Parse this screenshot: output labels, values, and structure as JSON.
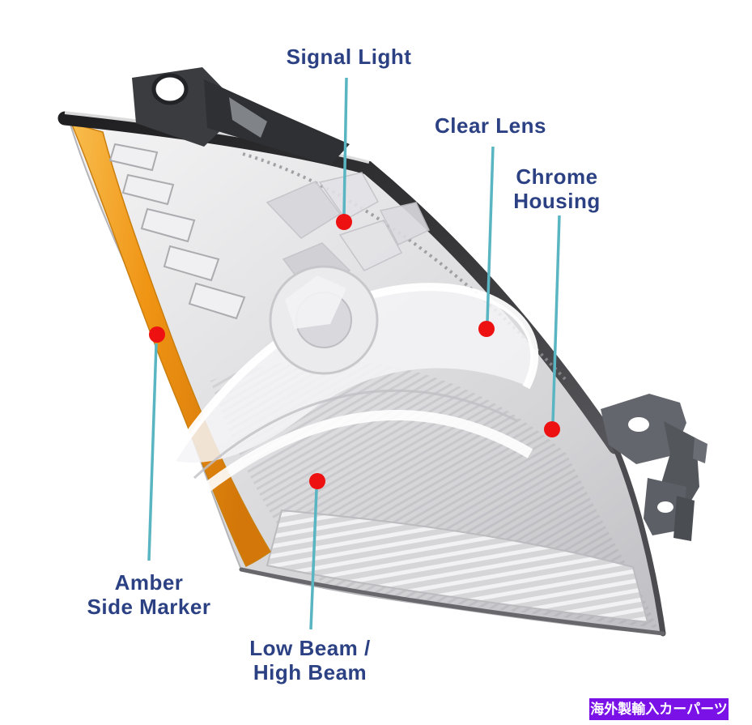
{
  "image": {
    "type": "annotated product photo",
    "subject": "Automotive headlight assembly (passenger side) shown tilted on white background",
    "background": "#ffffff"
  },
  "colors": {
    "label": "#2c4183",
    "line": "#5ab5c2",
    "dot": "#ee1111",
    "banner_bg": "#7a12e8",
    "banner_fg": "#ffffff",
    "amber": "#f09414",
    "chrome": "#d9d9db",
    "rim": "#2d2d2f",
    "bracket": "#60646a"
  },
  "annotations": {
    "items": [
      {
        "id": "signal-light",
        "lines": [
          "Signal Light"
        ]
      },
      {
        "id": "clear-lens",
        "lines": [
          "Clear Lens"
        ]
      },
      {
        "id": "chrome-housing",
        "lines": [
          "Chrome",
          "Housing"
        ]
      },
      {
        "id": "amber-side-marker",
        "lines": [
          "Amber",
          "Side Marker"
        ]
      },
      {
        "id": "low-beam-high-beam",
        "lines": [
          "Low Beam /",
          "High Beam"
        ]
      }
    ]
  },
  "footer_banner": {
    "text": "海外製輸入カーパーツ"
  }
}
